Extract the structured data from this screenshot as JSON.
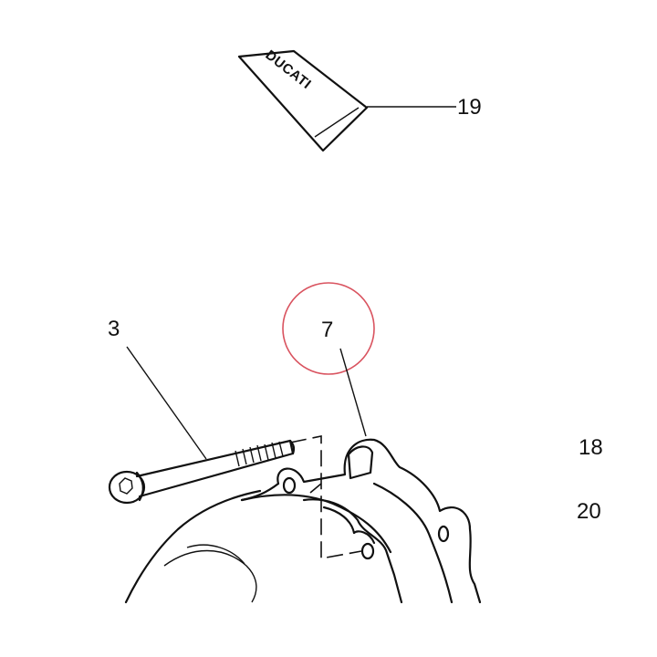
{
  "diagram": {
    "brand_text": "DUCATI",
    "highlight_color": "#d9535f",
    "callouts": {
      "part_19": "19",
      "part_3": "3",
      "part_7": "7",
      "part_18": "18",
      "part_20": "20"
    }
  }
}
